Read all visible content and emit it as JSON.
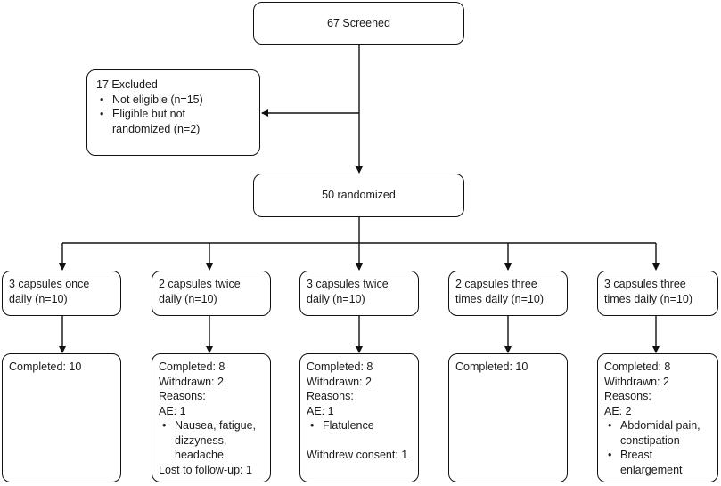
{
  "screened": "67 Screened",
  "excluded": {
    "title": "17 Excluded",
    "items": [
      "Not eligible (n=15)",
      "Eligible but not randomized (n=2)"
    ]
  },
  "randomized": "50 randomized",
  "arms": [
    {
      "label": "3 capsules once daily (n=10)"
    },
    {
      "label": "2 capsules twice daily (n=10)"
    },
    {
      "label": "3 capsules twice daily (n=10)"
    },
    {
      "label": "2 capsules three times daily (n=10)"
    },
    {
      "label": "3 capsules three times daily (n=10)"
    }
  ],
  "outcomes": [
    {
      "lines": [
        "Completed: 10"
      ]
    },
    {
      "lines": [
        "Completed: 8",
        "Withdrawn: 2",
        "Reasons:",
        "AE: 1"
      ],
      "bullets": [
        "Nausea, fatigue, dizzyness, headache"
      ],
      "after": [
        "Lost to follow-up: 1"
      ]
    },
    {
      "lines": [
        "Completed: 8",
        "Withdrawn: 2",
        "Reasons:",
        "AE: 1"
      ],
      "bullets": [
        "Flatulence"
      ],
      "after": [
        "",
        "Withdrew consent: 1"
      ]
    },
    {
      "lines": [
        "Completed: 10"
      ]
    },
    {
      "lines": [
        "Completed: 8",
        "Withdrawn: 2",
        "Reasons:",
        "AE: 2"
      ],
      "bullets": [
        "Abdomidal pain, constipation",
        "Breast enlargement"
      ]
    }
  ]
}
